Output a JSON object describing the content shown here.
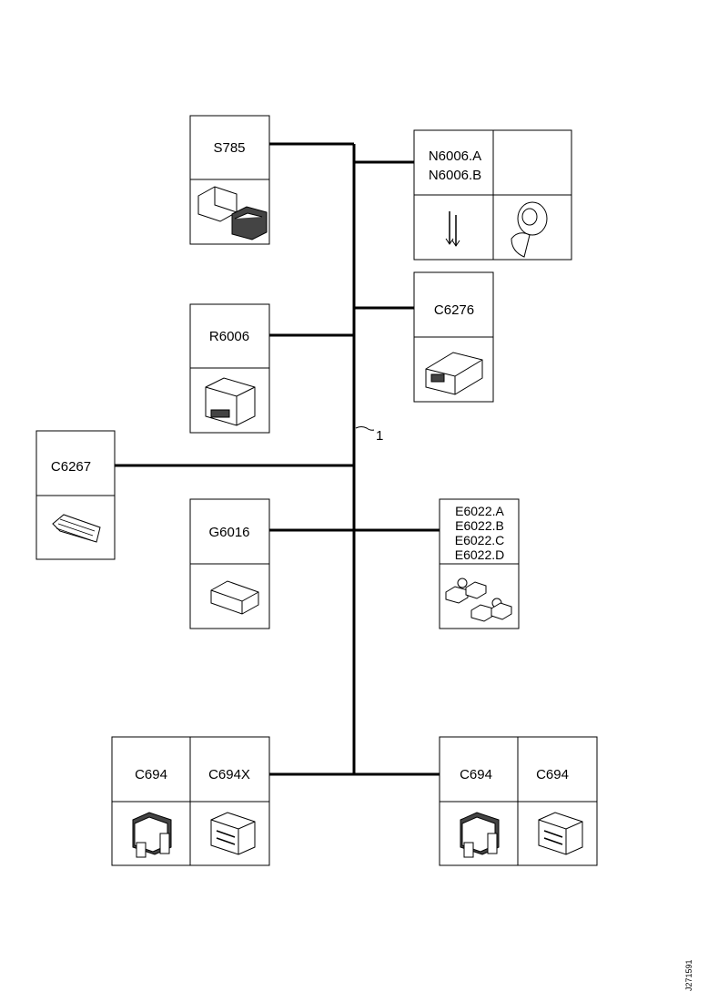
{
  "diagram": {
    "bus_label": "1",
    "figure_id": "J271591",
    "components": {
      "s785": "S785",
      "n6006a": "N6006.A",
      "n6006b": "N6006.B",
      "c6276": "C6276",
      "r6006": "R6006",
      "c6267": "C6267",
      "g6016": "G6016",
      "e6022a": "E6022.A",
      "e6022b": "E6022.B",
      "e6022c": "E6022.C",
      "e6022d": "E6022.D",
      "c694_left": "C694",
      "c694x": "C694X",
      "c694_right_a": "C694",
      "c694_right_b": "C694"
    }
  }
}
